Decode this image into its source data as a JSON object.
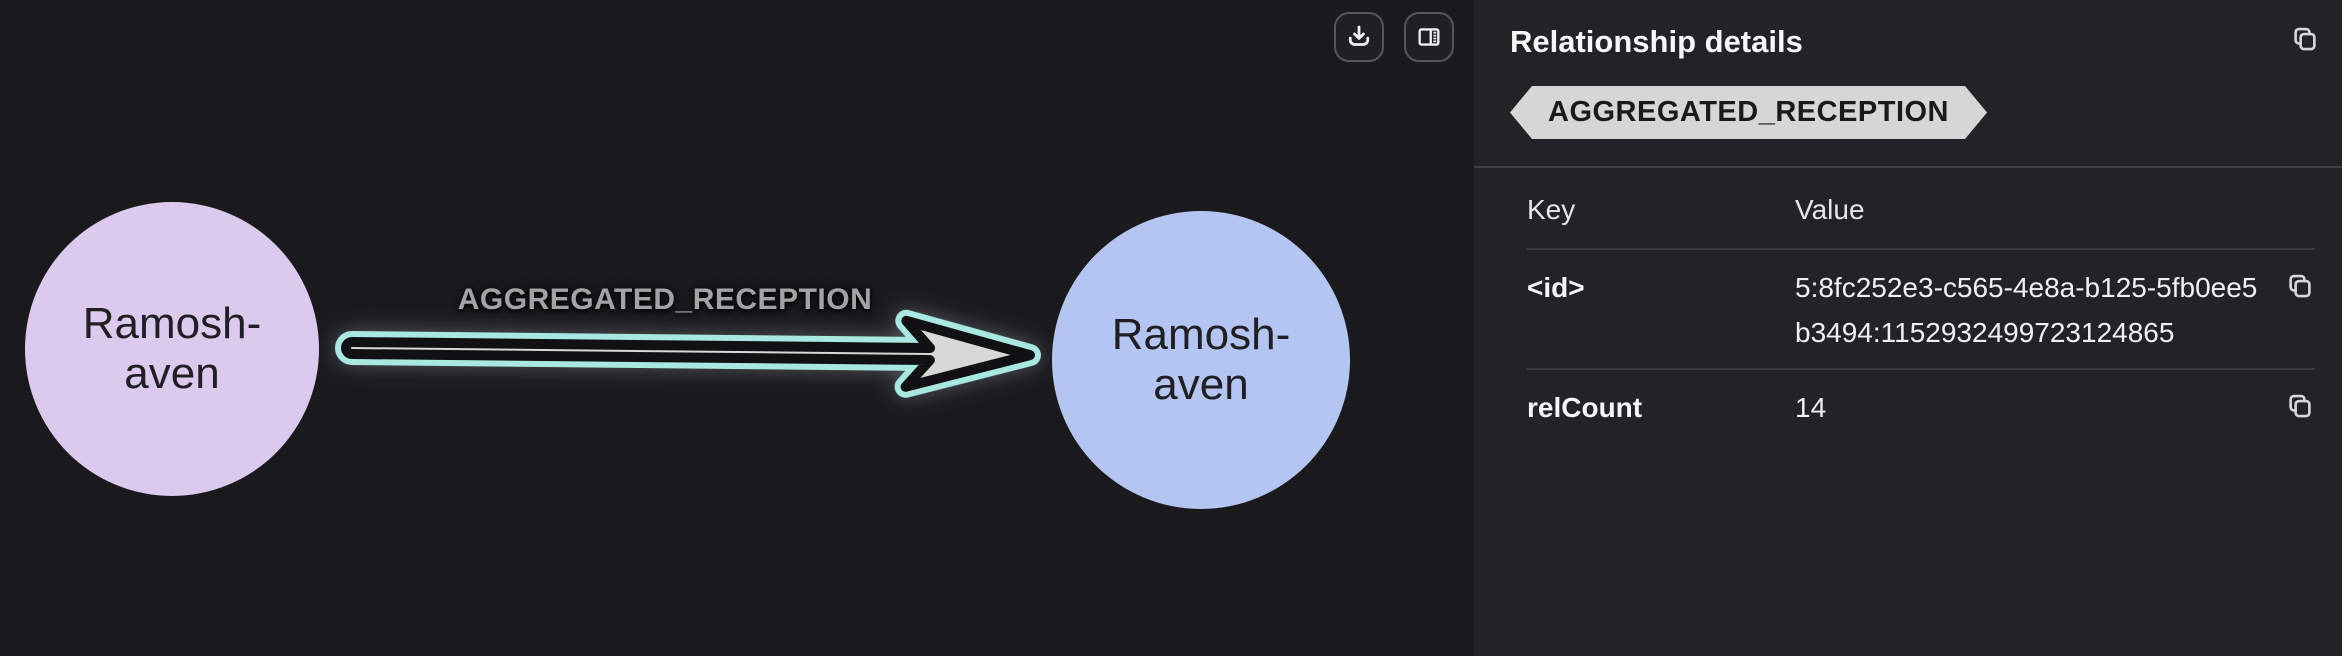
{
  "graph": {
    "nodes": [
      {
        "lines": [
          "Ramosh-",
          "aven"
        ],
        "fill": "#dccaee",
        "role": "source"
      },
      {
        "lines": [
          "Ramosh-",
          "aven"
        ],
        "fill": "#b5c5f1",
        "role": "target"
      }
    ],
    "edge": {
      "label": "AGGREGATED_RECEPTION",
      "selection_color": "#a9e8e2",
      "arrow_fill": "#d8d8d6",
      "outline_color": "#111114"
    }
  },
  "panel": {
    "title": "Relationship details",
    "relationship_type": "AGGREGATED_RECEPTION",
    "badge_bg": "#d6d6d6",
    "table": {
      "key_header": "Key",
      "value_header": "Value",
      "rows": [
        {
          "key": "<id>",
          "value": "5:8fc252e3-c565-4e8a-b125-5fb0ee5b3494:1152932499723124865"
        },
        {
          "key": "relCount",
          "value": "14"
        }
      ]
    }
  },
  "colors": {
    "canvas_bg": "#1a1a1d",
    "panel_bg": "#232327",
    "divider": "#3e3e44",
    "edge_label_text": "#a3a3a6"
  }
}
